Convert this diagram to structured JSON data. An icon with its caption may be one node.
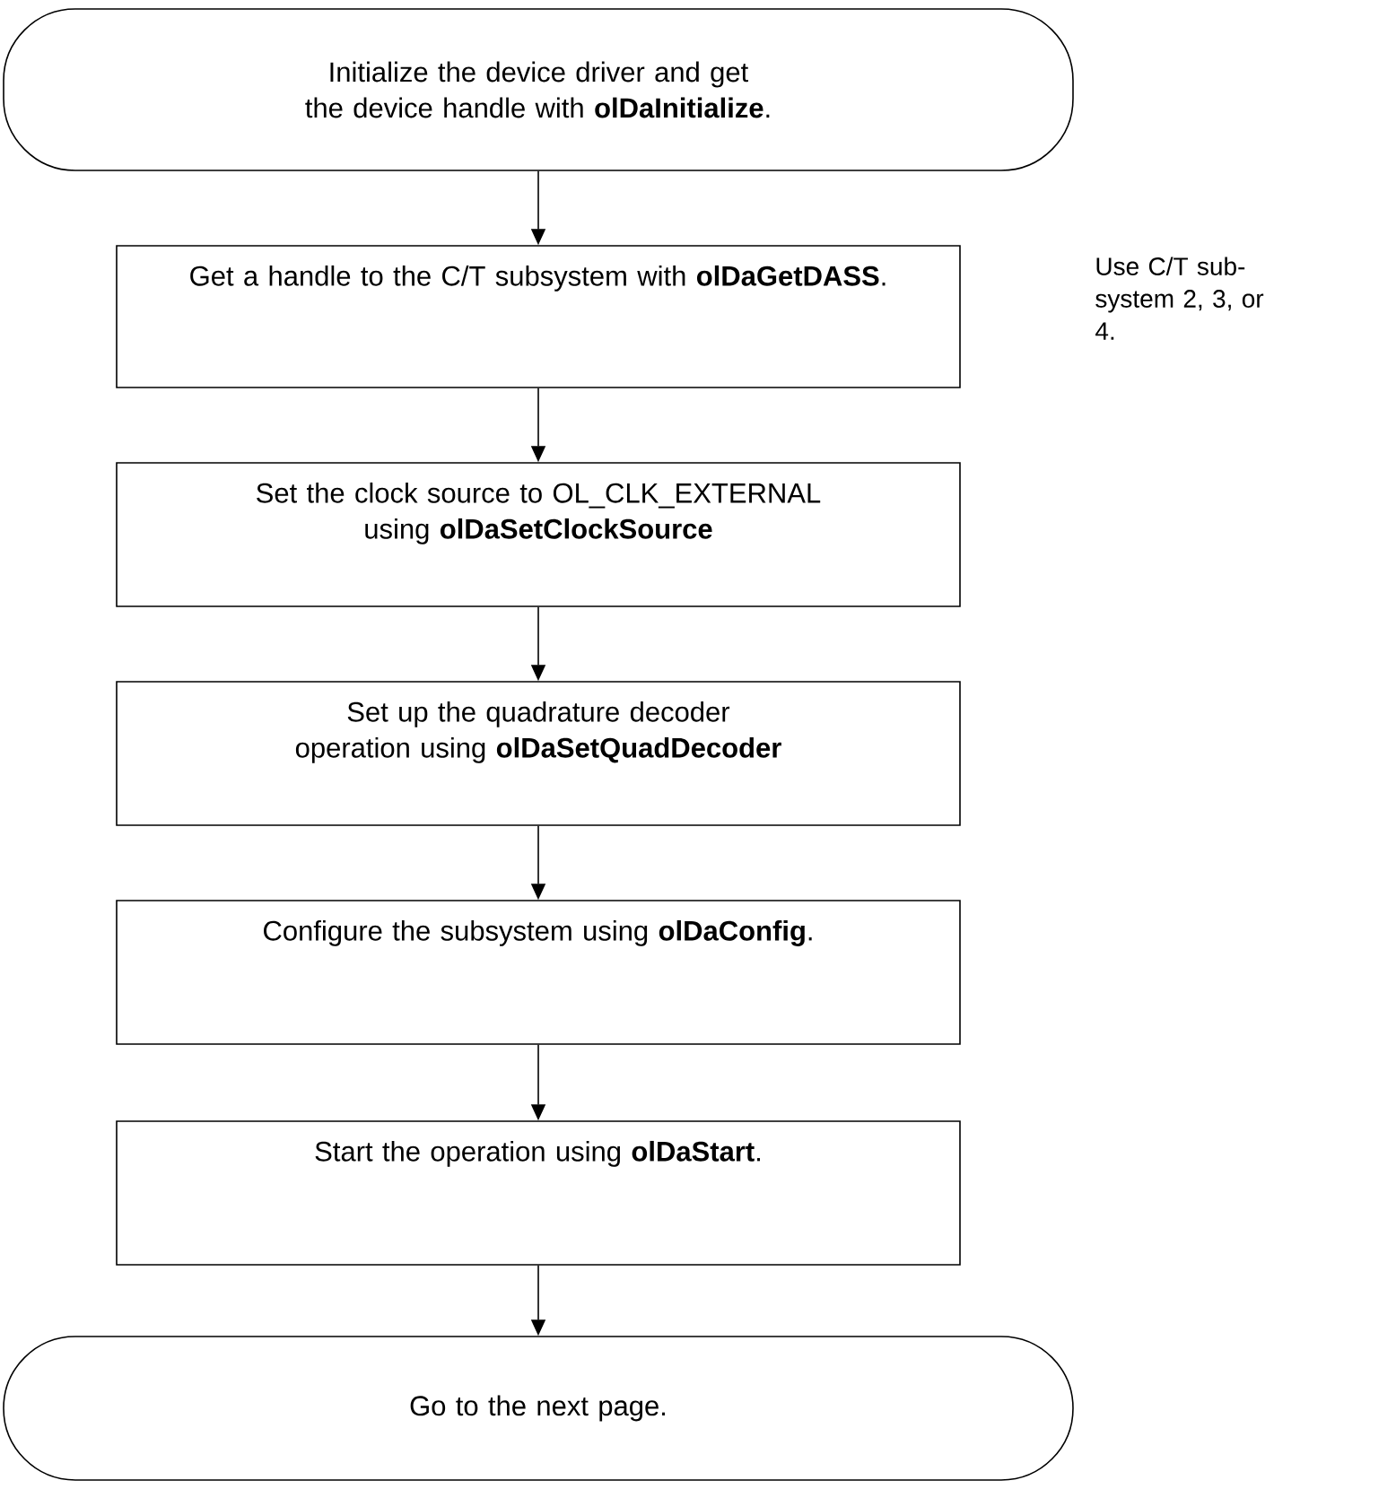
{
  "diagram": {
    "nodes": [
      {
        "text": [
          "Initialize the device driver and get the device handle with **olDaInitialize**."
        ]
      },
      {
        "text": [
          "Get a handle to the C/T subsystem with **olDaGetDASS**."
        ]
      },
      {
        "text": [
          "Set the clock source to OL_CLK_EXTERNAL using **olDaSetClockSource**"
        ]
      },
      {
        "text": [
          "Set up the quadrature decoder operation using **olDaSetQuadDecoder**"
        ]
      },
      {
        "text": [
          "Configure the subsystem using **olDaConfig**."
        ]
      },
      {
        "text": [
          "Start the operation using **olDaStart**."
        ]
      },
      {
        "text": [
          "Go to the next page."
        ]
      }
    ],
    "edges": [
      {
        "from": 0,
        "to": 1,
        "arrow": "to"
      },
      {
        "from": 1,
        "to": 2,
        "arrow": "to"
      },
      {
        "from": 2,
        "to": 3,
        "arrow": "to"
      },
      {
        "from": 3,
        "to": 4,
        "arrow": "to"
      },
      {
        "from": 4,
        "to": 5,
        "arrow": "to"
      },
      {
        "from": 5,
        "to": 6,
        "arrow": "to"
      }
    ],
    "labels": [
      "Use C/T sub-system 2, 3, or 4."
    ]
  }
}
